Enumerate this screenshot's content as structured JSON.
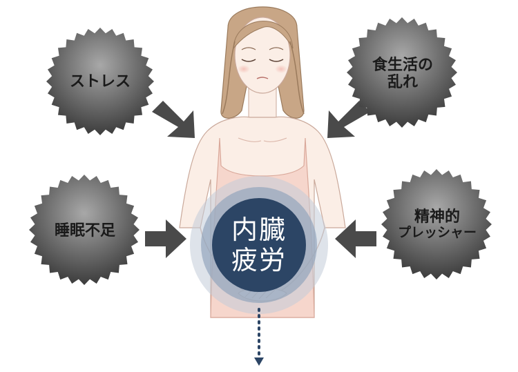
{
  "center": {
    "line1": "内臓",
    "line2": "疲労"
  },
  "factors": [
    {
      "id": "stress",
      "lines": [
        "ストレス"
      ]
    },
    {
      "id": "diet",
      "lines": [
        "食生活の",
        "乱れ"
      ]
    },
    {
      "id": "sleep",
      "lines": [
        "睡眠不足"
      ]
    },
    {
      "id": "pressure",
      "lines": [
        "精神的",
        "プレッシャー"
      ]
    }
  ],
  "colors": {
    "badge_light": "#9a9a9a",
    "badge_dark": "#3a3a3a",
    "arrow": "#4a4a4a",
    "circle_core": "#2c4565",
    "circle_halo": "#9fb1c7",
    "dotted_arrow": "#2c4565",
    "dress": "#f6d6cc",
    "skin": "#fbeee6",
    "hair": "#c8a686"
  }
}
